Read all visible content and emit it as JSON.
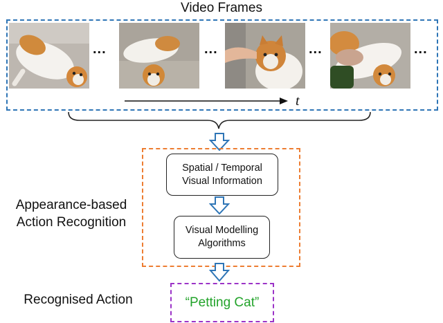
{
  "header": {
    "title": "Video Frames"
  },
  "frames": {
    "items": [
      {
        "description": "frame-1"
      },
      {
        "description": "frame-2"
      },
      {
        "description": "frame-3"
      },
      {
        "description": "frame-4"
      }
    ],
    "ellipsis": "...",
    "time_label": "t"
  },
  "pipeline": {
    "group_label": "Appearance-based\nAction Recognition",
    "nodes": [
      {
        "label": "Spatial / Temporal\nVisual Information"
      },
      {
        "label": "Visual Modelling\nAlgorithms"
      }
    ]
  },
  "output": {
    "label": "Recognised Action",
    "value": "“Petting Cat”"
  },
  "colors": {
    "frames_border": "#2e75b6",
    "group_border": "#ed7d31",
    "output_border": "#9b33c7",
    "arrow_fill": "#ffffff",
    "arrow_stroke": "#2e75b6",
    "result_text": "#22a32a"
  }
}
